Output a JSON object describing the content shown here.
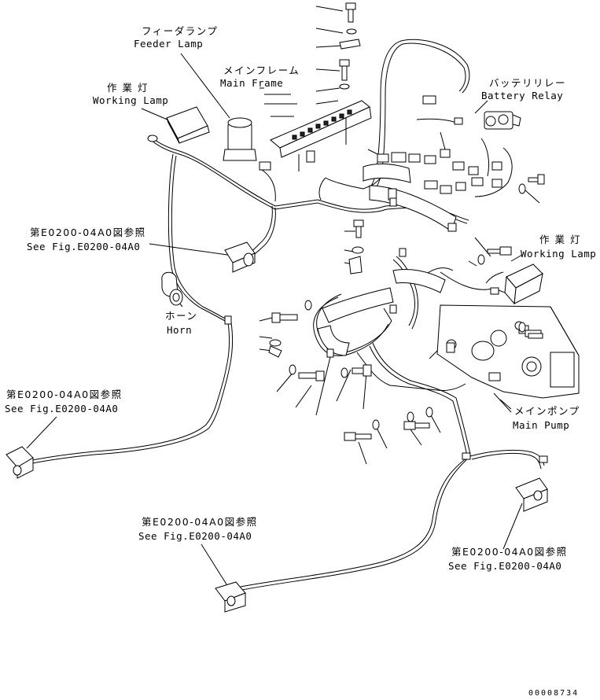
{
  "labels": {
    "feeder_lamp_jp": "フィーダランプ",
    "feeder_lamp_en": "Feeder Lamp",
    "main_frame_jp": "メインフレーム",
    "main_frame_en": "Main Frame",
    "working_lamp_left_jp": "作 業 灯",
    "working_lamp_left_en": "Working Lamp",
    "battery_relay_jp": "バッテリリレー",
    "battery_relay_en": "Battery Relay",
    "working_lamp_right_jp": "作 業 灯",
    "working_lamp_right_en": "Working Lamp",
    "see_fig_left_jp": "第E0200-04A0図参照",
    "see_fig_left_en": "See Fig.E0200-04A0",
    "horn_jp": "ホーン",
    "horn_en": "Horn",
    "see_fig_far_left_jp": "第E0200-04A0図参照",
    "see_fig_far_left_en": "See Fig.E0200-04A0",
    "main_pump_jp": "メインポンプ",
    "main_pump_en": "Main Pump",
    "see_fig_bottom_jp": "第E0200-04A0図参照",
    "see_fig_bottom_en": "See Fig.E0200-04A0",
    "see_fig_bottom_right_jp": "第E0200-04A0図参照",
    "see_fig_bottom_right_en": "See Fig.E0200-04A0"
  },
  "drawing_number": "00008734"
}
